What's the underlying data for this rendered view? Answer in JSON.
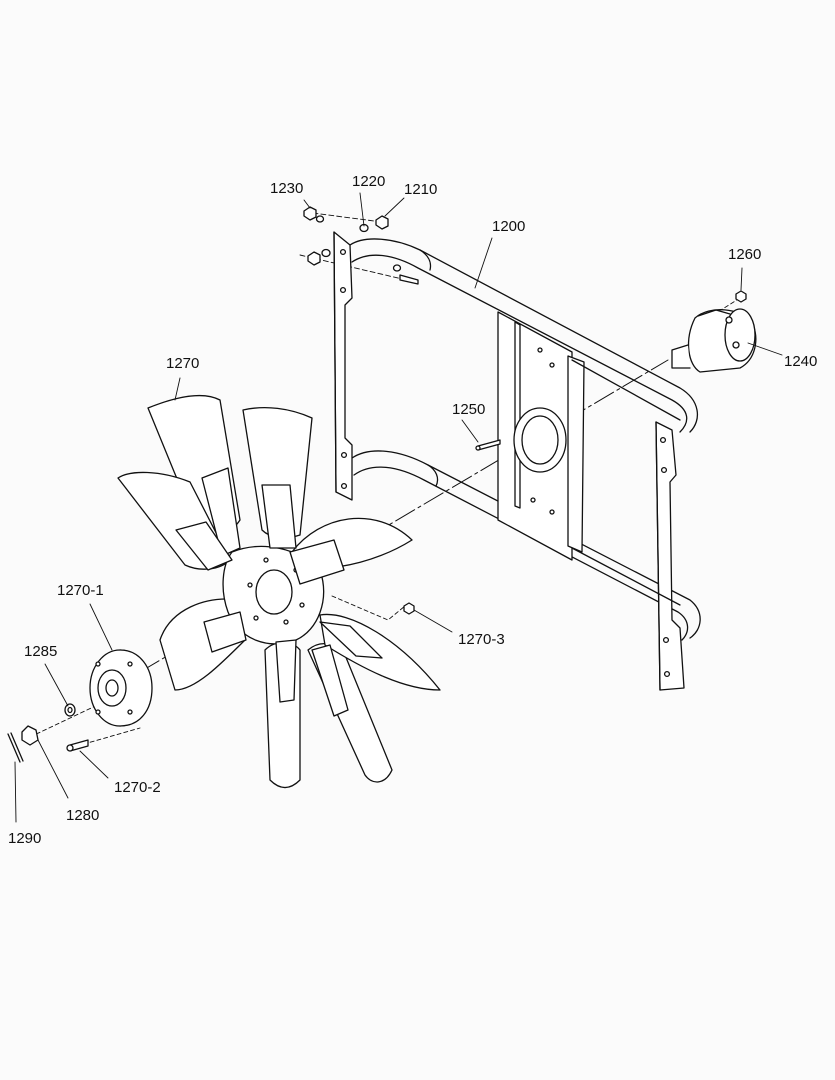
{
  "diagram": {
    "callouts": {
      "c1200": "1200",
      "c1210": "1210",
      "c1220": "1220",
      "c1230": "1230",
      "c1240": "1240",
      "c1250": "1250",
      "c1260": "1260",
      "c1270": "1270",
      "c1270_1": "1270-1",
      "c1270_2": "1270-2",
      "c1270_3": "1270-3",
      "c1280": "1280",
      "c1285": "1285",
      "c1290": "1290"
    },
    "colors": {
      "line": "#111111",
      "background": "#fbfbfb",
      "fill": "#ffffff"
    }
  }
}
